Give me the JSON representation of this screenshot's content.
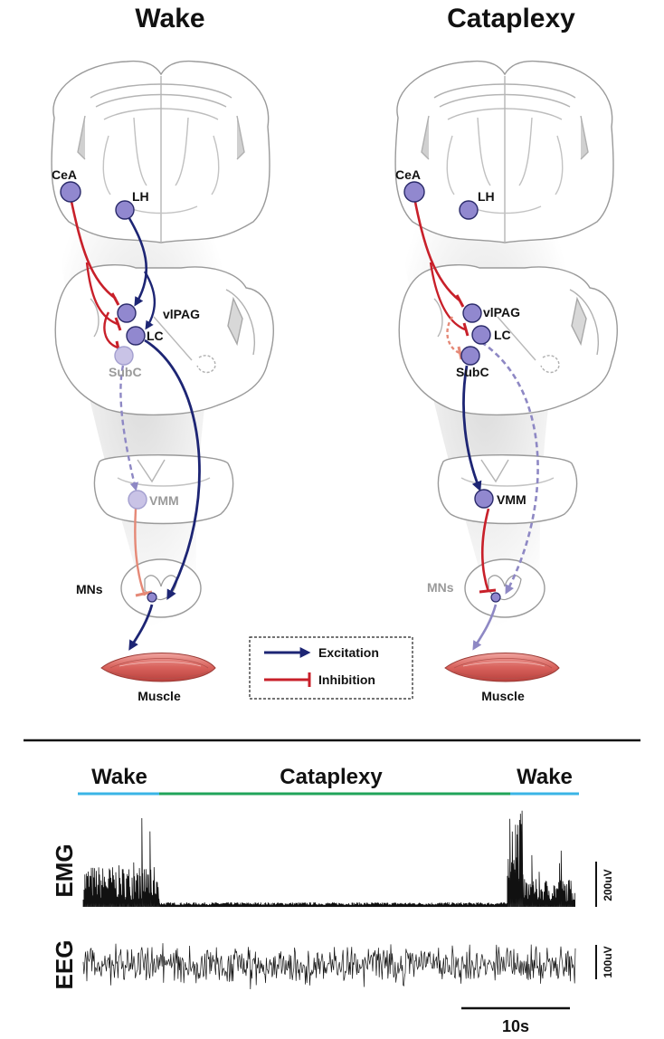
{
  "titles": {
    "left": "Wake",
    "right": "Cataplexy"
  },
  "labels": {
    "cea": "CeA",
    "lh": "LH",
    "vlpag": "vlPAG",
    "lc": "LC",
    "subc": "SubC",
    "vmm": "VMM",
    "mns": "MNs",
    "muscle": "Muscle"
  },
  "legend": {
    "excitation": "Excitation",
    "inhibition": "Inhibition"
  },
  "trace": {
    "states": [
      "Wake",
      "Cataplexy",
      "Wake"
    ],
    "emg_label": "EMG",
    "eeg_label": "EEG",
    "emg_scale": "200uV",
    "eeg_scale": "100uV",
    "time_scale": "10s"
  },
  "colors": {
    "excitation": "#1d2574",
    "inhibition": "#c8202a",
    "faded_inhibition": "#e58977",
    "neuron": "#9188cf",
    "faded_neuron": "#c9c3e6",
    "wake_bar": "#3ab4e6",
    "cataplexy_bar": "#20a45a"
  }
}
